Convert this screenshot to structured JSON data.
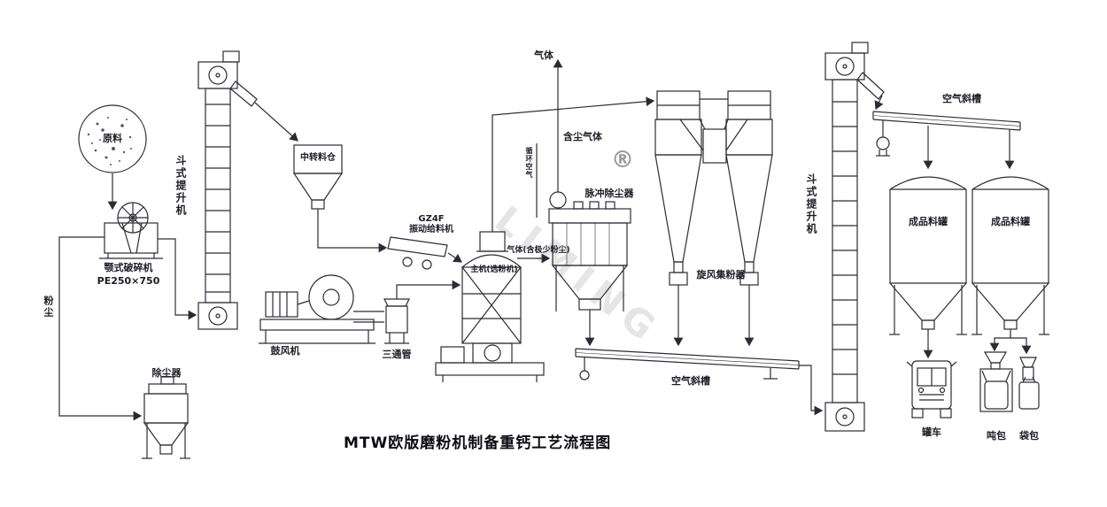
{
  "title": "MTW欧版磨粉机制备重钙工艺流程图",
  "watermark": {
    "registered": "®",
    "brand": "LIMING"
  },
  "labels": {
    "raw_material": "原料",
    "jaw_crusher": "颚式破碎机",
    "jaw_crusher_model": "PE250×750",
    "dust": "粉尘",
    "dust_collector": "除尘器",
    "bucket_elevator": "斗式提升机",
    "transfer_hopper": "中转料仓",
    "feeder_model": "GZ4F",
    "vibrating_feeder": "振动给料机",
    "blower": "鼓风机",
    "three_way_pipe": "三通管",
    "main_mill": "主机(选粉机)",
    "gas_trace_dust": "气体(含极少粉尘)",
    "pulse_dust_collector": "脉冲除尘器",
    "gas": "气体",
    "dusty_gas": "含尘气体",
    "circulating_air": "循环空气",
    "cyclone_collector": "旋风集粉器",
    "air_chute": "空气斜槽",
    "product_silo": "成品料罐",
    "tank_truck": "罐车",
    "ton_bag": "吨包",
    "bag_pack": "袋包"
  },
  "colors": {
    "line": "#2b2b36",
    "label": "#1d1d28",
    "watermark": "#c6c6c6"
  }
}
